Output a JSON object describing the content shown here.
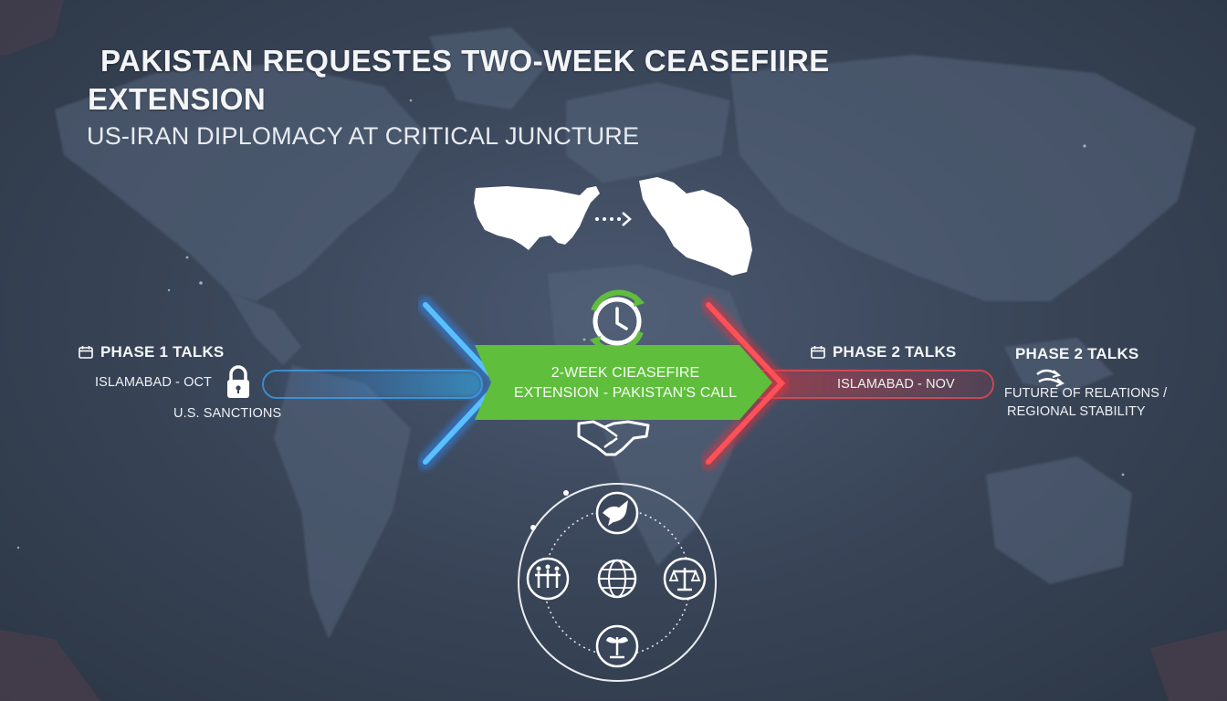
{
  "header": {
    "title": "PAKISTAN REQUESTES TWO-WEEK CEASEFIIRE EXTENSION",
    "subtitle": "US-IRAN DIPLOMACY AT CRITICAL JUNCTURE"
  },
  "left_panel": {
    "phase": "PHASE 1 TALKS",
    "location": "ISLAMABAD - OCT",
    "note": "U.S. SANCTIONS",
    "icons": [
      "calendar-icon",
      "lock-icon"
    ],
    "accent": "#2f8cff"
  },
  "center_ribbon": {
    "line1": "2-WEEK CIEASEFIRE",
    "line2": "EXTENSION - PAKISTAN'S CALL",
    "accent": "#5fbe3c",
    "icons": [
      "clock-refresh-icon",
      "handshake-icon"
    ]
  },
  "right_panel": {
    "phase": "PHASE 2 TALKS",
    "location": "ISLAMABAD - NOV",
    "accent": "#e8333d",
    "icons": [
      "calendar-icon"
    ]
  },
  "far_right_panel": {
    "phase": "PHASE 2 TALKS",
    "line1": "FUTURE OF RELATIONS /",
    "line2": "REGIONAL STABILITY",
    "icons": [
      "wave-arrows-icon"
    ]
  },
  "map_top": {
    "icons": [
      "usa-map-icon",
      "dotted-arrow-icon",
      "iran-map-icon"
    ]
  },
  "diagram": {
    "icons": [
      "dove-icon",
      "globe-icon",
      "scales-icon",
      "figures-icon",
      "plant-icon"
    ]
  }
}
